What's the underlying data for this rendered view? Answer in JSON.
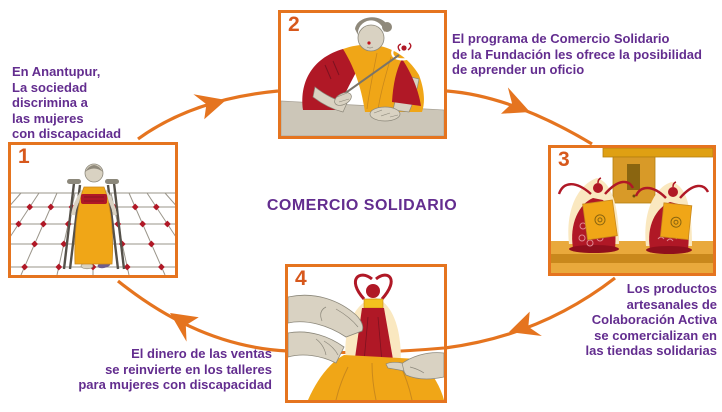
{
  "title": "COMERCIO SOLIDARIO",
  "colors": {
    "accent_orange": "#e5741f",
    "number_orange": "#d7581c",
    "text_purple": "#632d8f",
    "illustration_red": "#b01826",
    "illustration_yellow": "#f0a617"
  },
  "steps": [
    {
      "number": "1",
      "caption": "En Anantupur,\nLa sociedad\ndiscrimina a\nlas mujeres\ncon discapacidad",
      "illustration": "mujer con muletas sobre suelo de baldosas"
    },
    {
      "number": "2",
      "caption": "El programa de Comercio Solidario\nde la Fundación les ofrece la posibilidad\nde aprender un oficio",
      "illustration": "mujer pintando una figura artesanal"
    },
    {
      "number": "3",
      "caption": "Los productos\nartesanales de\nColaboración Activa\nse comercializan en\nlas tiendas solidarias",
      "illustration": "figuras artesanales con etiquetas en una tienda"
    },
    {
      "number": "4",
      "caption": "El dinero de las ventas\nse reinvierte en los talleres\npara mujeres con discapacidad",
      "illustration": "manos intercambiando una figura artesanal"
    }
  ]
}
